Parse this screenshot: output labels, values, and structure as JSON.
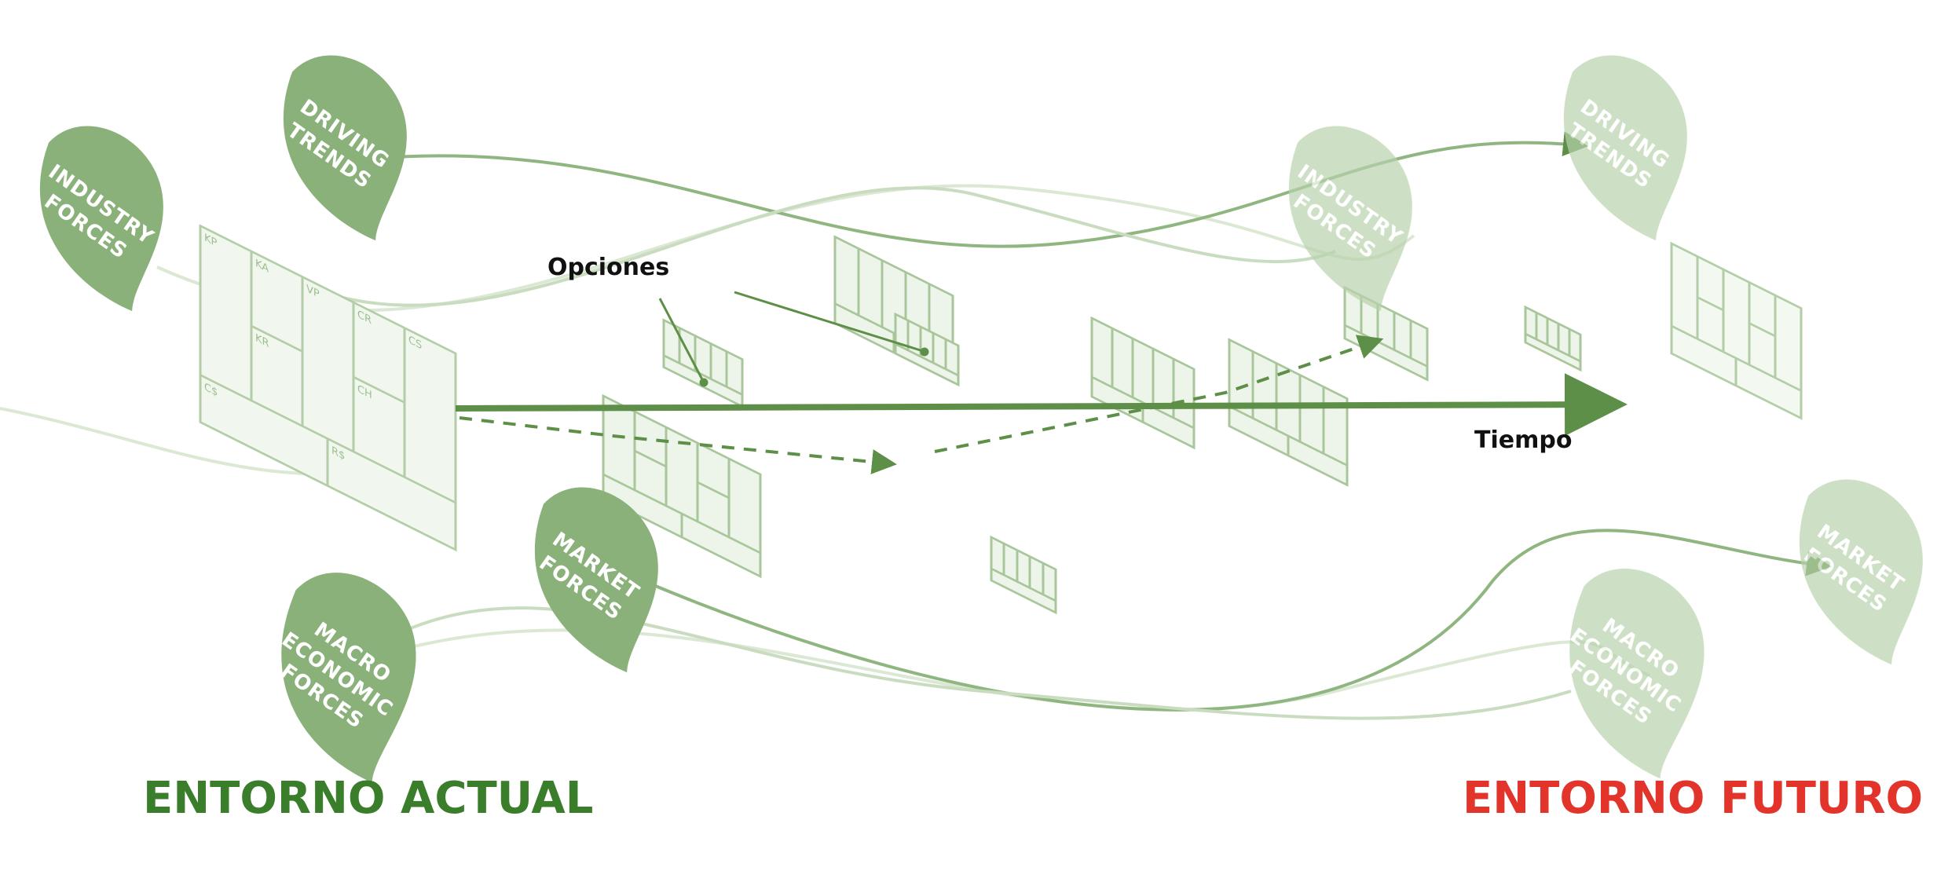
{
  "colors": {
    "leaf_fill": "#8bb17a",
    "leaf_fill_future": "#b8d2ab",
    "line_green": "#5e8f48",
    "canvas_stroke": "#a9c69b",
    "canvas_fill": "#eef5ea",
    "current_env": "#3a7d2a",
    "future_env": "#e2342a"
  },
  "forces_current": {
    "industry": [
      "INDUSTRY",
      "FORCES"
    ],
    "trends": [
      "DRIVING",
      "TRENDS"
    ],
    "market": [
      "MARKET",
      "FORCES"
    ],
    "macro": [
      "MACRO",
      "ECONOMIC",
      "FORCES"
    ]
  },
  "forces_future": {
    "industry": [
      "INDUSTRY",
      "FORCES"
    ],
    "trends": [
      "DRIVING",
      "TRENDS"
    ],
    "market": [
      "MARKET",
      "FORCES"
    ],
    "macro": [
      "MACRO",
      "ECONOMIC",
      "FORCES"
    ]
  },
  "canvas_cells": [
    "KP",
    "KA",
    "KR",
    "VP",
    "CR",
    "CH",
    "CS",
    "C$",
    "R$"
  ],
  "labels": {
    "options": "Opciones",
    "time": "Tiempo"
  },
  "environments": {
    "current": "ENTORNO ACTUAL",
    "future": "ENTORNO FUTURO"
  }
}
